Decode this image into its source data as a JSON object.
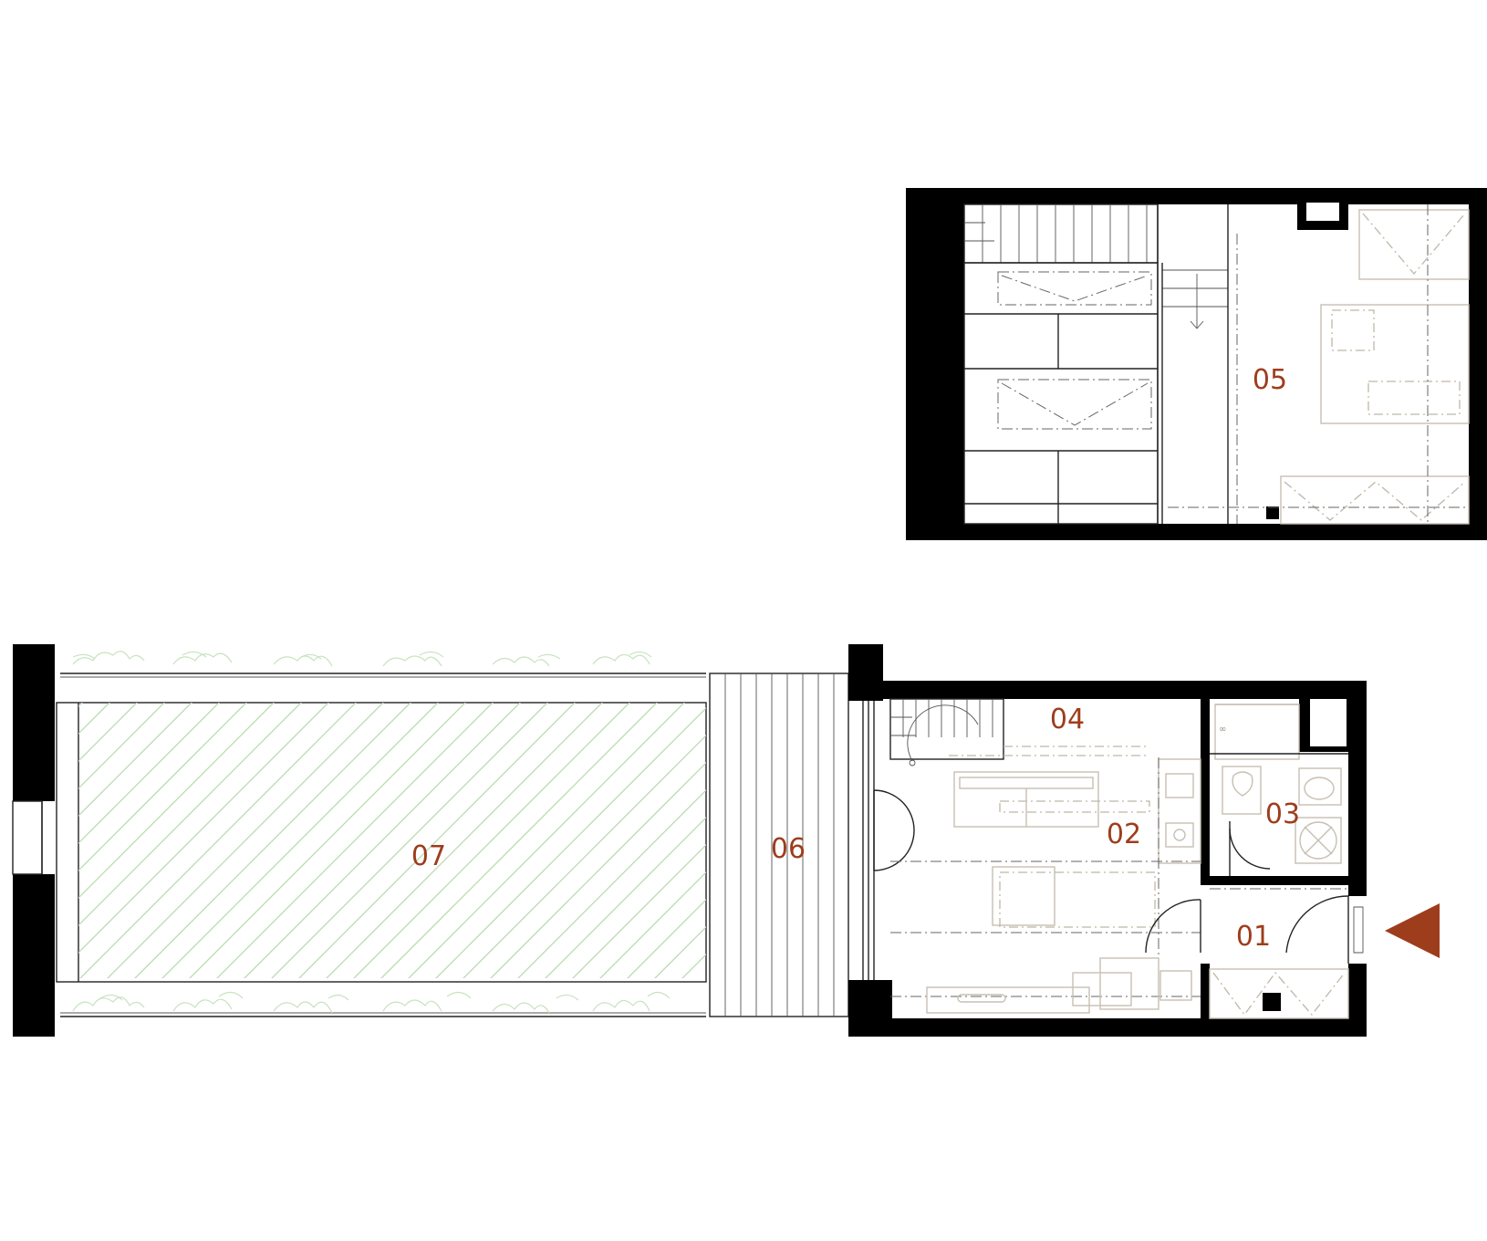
{
  "rooms": [
    {
      "id": "01",
      "label": "01"
    },
    {
      "id": "02",
      "label": "02"
    },
    {
      "id": "03",
      "label": "03"
    },
    {
      "id": "04",
      "label": "04"
    },
    {
      "id": "05",
      "label": "05"
    },
    {
      "id": "06",
      "label": "06"
    },
    {
      "id": "07",
      "label": "07"
    }
  ],
  "colors": {
    "wall": "#000000",
    "label": "#9e3d1c",
    "entrance_arrow": "#9e3d1c",
    "garden_hatch": "#b8dbb0",
    "furniture": "#c8bfb2"
  },
  "icons": {
    "entrance": "entrance-arrow-icon"
  }
}
